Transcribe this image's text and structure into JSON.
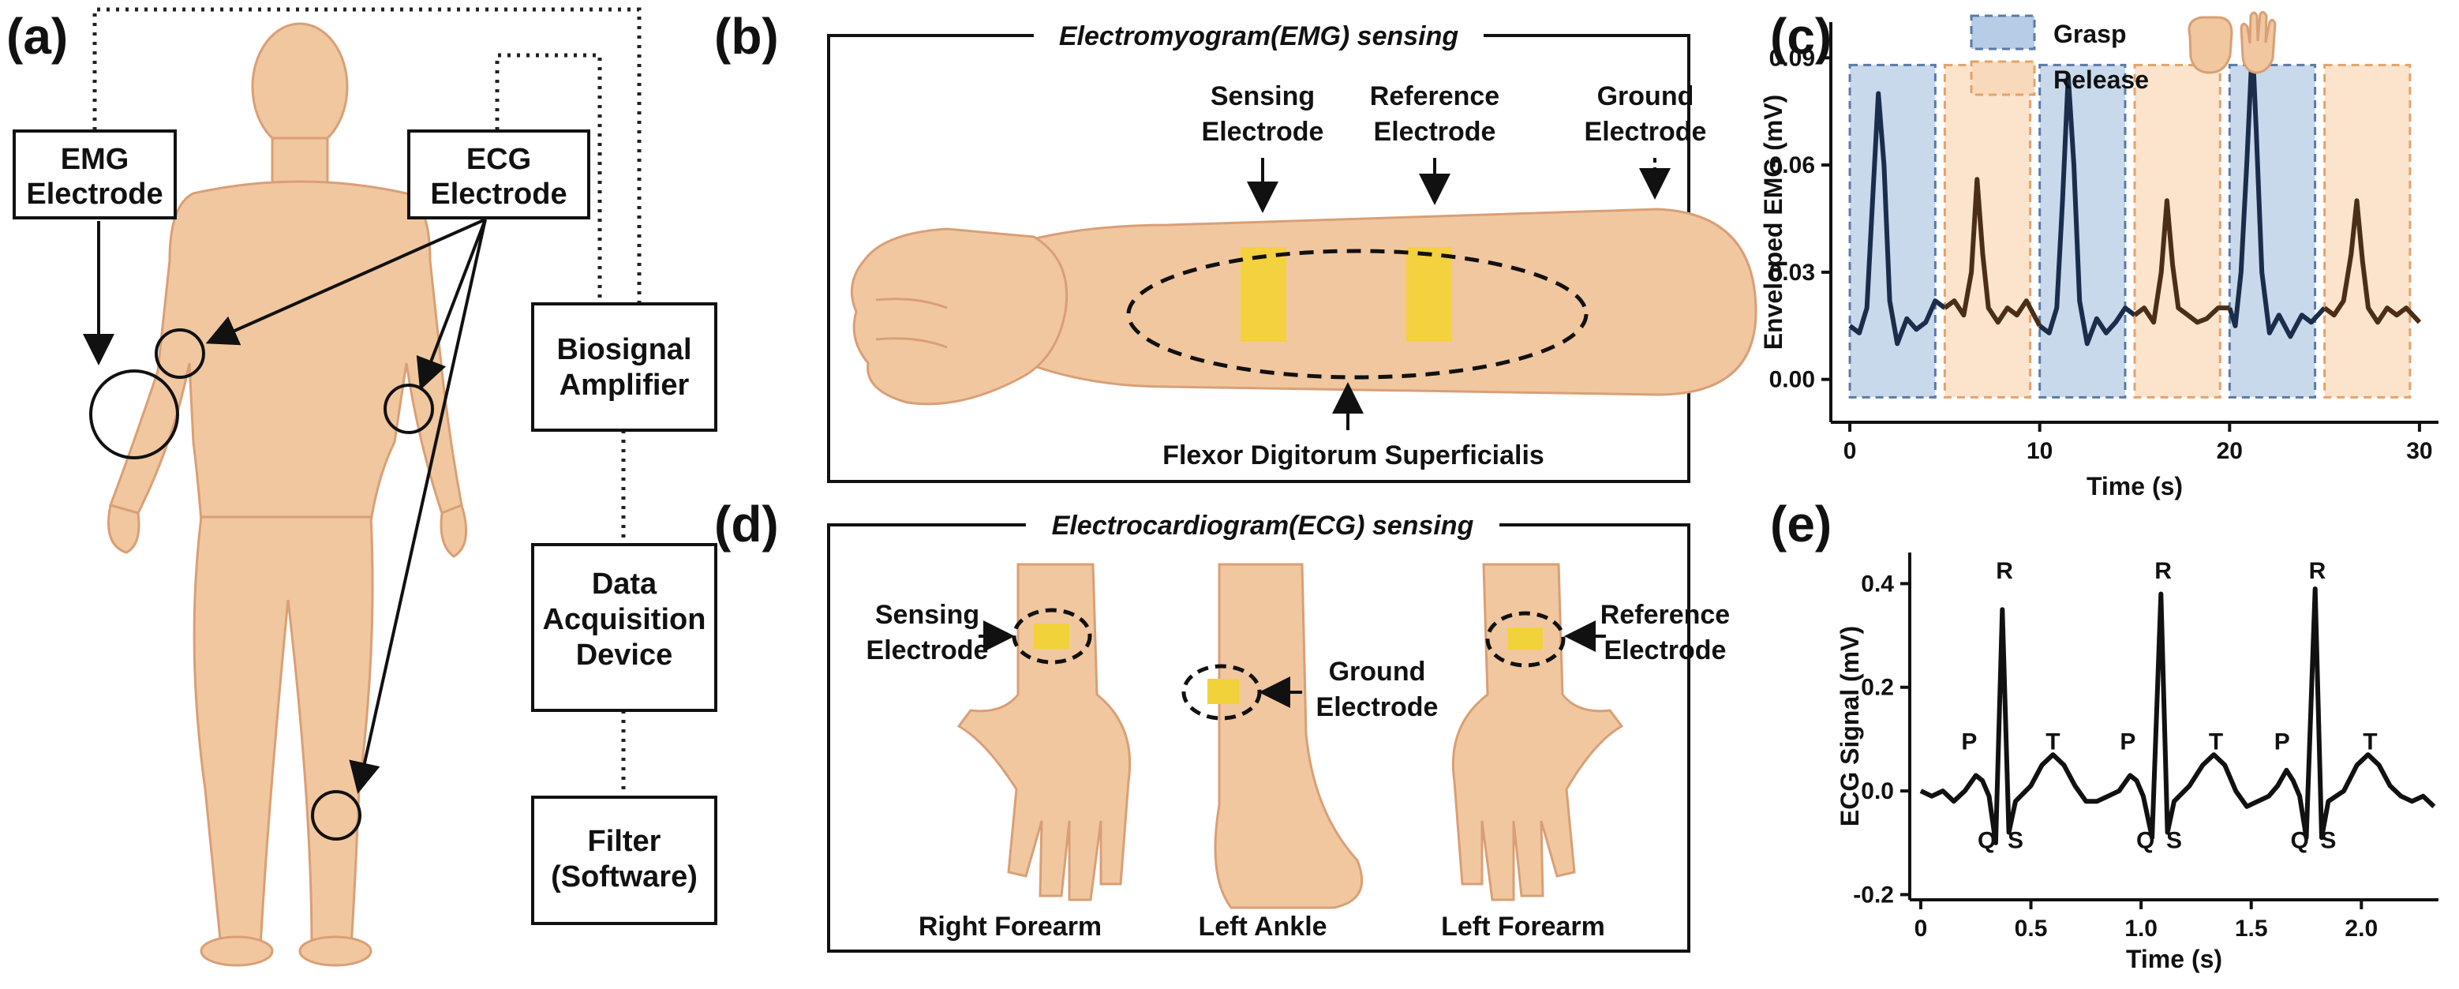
{
  "panels": {
    "a": "(a)",
    "b": "(b)",
    "c": "(c)",
    "d": "(d)",
    "e": "(e)"
  },
  "panel_a": {
    "emg_box": [
      "EMG",
      "Electrode"
    ],
    "ecg_box": [
      "ECG",
      "Electrode"
    ],
    "flow": [
      [
        "Biosignal",
        "Amplifier"
      ],
      [
        "Data",
        "Acquisition",
        "Device"
      ],
      [
        "Filter",
        "(Software)"
      ]
    ]
  },
  "panel_b": {
    "title": "Electromyogram(EMG) sensing",
    "sensing": [
      "Sensing",
      "Electrode"
    ],
    "reference": [
      "Reference",
      "Electrode"
    ],
    "ground": [
      "Ground",
      "Electrode"
    ],
    "muscle": "Flexor Digitorum Superficialis"
  },
  "panel_d": {
    "title": "Electrocardiogram(ECG) sensing",
    "sensing": [
      "Sensing",
      "Electrode"
    ],
    "ground": [
      "Ground",
      "Electrode"
    ],
    "reference": [
      "Reference",
      "Electrode"
    ],
    "captions": [
      "Right Forearm",
      "Left Ankle",
      "Left Forearm"
    ]
  },
  "colors": {
    "grasp": "#b7cce6",
    "grasp_edge": "#5b7aa6",
    "release": "#f9d9bb",
    "release_edge": "#e3a36b",
    "grasp_line": "#1a2d4a",
    "release_line": "#4a2e18",
    "electrode": "#f2d23a"
  },
  "chart_data": [
    {
      "id": "c",
      "type": "line",
      "xlabel": "Time (s)",
      "ylabel": "Enveloped EMG (mV)",
      "xlim": [
        -1,
        31
      ],
      "ylim": [
        -0.012,
        0.1
      ],
      "xticks": [
        0,
        10,
        20,
        30
      ],
      "yticks": [
        0.0,
        0.03,
        0.06,
        0.09
      ],
      "ytick_labels": [
        "0.00",
        "0.03",
        "0.06",
        "0.09"
      ],
      "legend": [
        "Grasp",
        "Release"
      ],
      "legend_position": "top-left",
      "phases": [
        {
          "label": "Grasp",
          "start": 0,
          "end": 4.5
        },
        {
          "label": "Release",
          "start": 5,
          "end": 9.5
        },
        {
          "label": "Grasp",
          "start": 10,
          "end": 14.5
        },
        {
          "label": "Release",
          "start": 15,
          "end": 19.5
        },
        {
          "label": "Grasp",
          "start": 20,
          "end": 24.5
        },
        {
          "label": "Release",
          "start": 25,
          "end": 29.5
        }
      ],
      "series": [
        {
          "name": "Grasp",
          "segments": [
            [
              [
                0,
                0.015
              ],
              [
                0.5,
                0.013
              ],
              [
                0.9,
                0.02
              ],
              [
                1.2,
                0.05
              ],
              [
                1.5,
                0.08
              ],
              [
                1.8,
                0.06
              ],
              [
                2.1,
                0.022
              ],
              [
                2.5,
                0.01
              ],
              [
                3,
                0.017
              ],
              [
                3.5,
                0.014
              ],
              [
                4,
                0.016
              ],
              [
                4.5,
                0.022
              ],
              [
                5,
                0.02
              ]
            ],
            [
              [
                10,
                0.015
              ],
              [
                10.5,
                0.013
              ],
              [
                10.9,
                0.02
              ],
              [
                11.2,
                0.05
              ],
              [
                11.5,
                0.085
              ],
              [
                11.8,
                0.06
              ],
              [
                12.1,
                0.022
              ],
              [
                12.5,
                0.01
              ],
              [
                13,
                0.017
              ],
              [
                13.5,
                0.013
              ],
              [
                14,
                0.016
              ],
              [
                14.5,
                0.02
              ],
              [
                15,
                0.018
              ]
            ],
            [
              [
                20,
                0.02
              ],
              [
                20.3,
                0.015
              ],
              [
                20.6,
                0.03
              ],
              [
                20.9,
                0.06
              ],
              [
                21.2,
                0.094
              ],
              [
                21.4,
                0.07
              ],
              [
                21.7,
                0.03
              ],
              [
                22.1,
                0.013
              ],
              [
                22.6,
                0.018
              ],
              [
                23.2,
                0.012
              ],
              [
                23.8,
                0.018
              ],
              [
                24.3,
                0.016
              ],
              [
                25,
                0.02
              ]
            ]
          ]
        },
        {
          "name": "Release",
          "segments": [
            [
              [
                5,
                0.02
              ],
              [
                5.5,
                0.022
              ],
              [
                6,
                0.018
              ],
              [
                6.4,
                0.03
              ],
              [
                6.7,
                0.056
              ],
              [
                7,
                0.035
              ],
              [
                7.3,
                0.02
              ],
              [
                7.8,
                0.016
              ],
              [
                8.3,
                0.02
              ],
              [
                8.8,
                0.018
              ],
              [
                9.3,
                0.022
              ],
              [
                10,
                0.015
              ]
            ],
            [
              [
                15,
                0.018
              ],
              [
                15.5,
                0.02
              ],
              [
                16,
                0.016
              ],
              [
                16.4,
                0.03
              ],
              [
                16.7,
                0.05
              ],
              [
                17,
                0.032
              ],
              [
                17.3,
                0.02
              ],
              [
                17.8,
                0.018
              ],
              [
                18.3,
                0.016
              ],
              [
                18.8,
                0.017
              ],
              [
                19.4,
                0.02
              ],
              [
                20,
                0.02
              ]
            ],
            [
              [
                25,
                0.02
              ],
              [
                25.5,
                0.018
              ],
              [
                26,
                0.022
              ],
              [
                26.4,
                0.035
              ],
              [
                26.7,
                0.05
              ],
              [
                27,
                0.033
              ],
              [
                27.3,
                0.02
              ],
              [
                27.8,
                0.016
              ],
              [
                28.3,
                0.02
              ],
              [
                28.8,
                0.018
              ],
              [
                29.3,
                0.02
              ],
              [
                30,
                0.016
              ]
            ]
          ]
        }
      ]
    },
    {
      "id": "e",
      "type": "line",
      "xlabel": "Time (s)",
      "ylabel": "ECG Signal (mV)",
      "xlim": [
        -0.05,
        2.35
      ],
      "ylim": [
        -0.21,
        0.46
      ],
      "xticks": [
        0,
        0.5,
        1.0,
        1.5,
        2.0
      ],
      "xtick_labels": [
        "0",
        "0.5",
        "1.0",
        "1.5",
        "2.0"
      ],
      "yticks": [
        -0.2,
        0.0,
        0.2,
        0.4
      ],
      "ytick_labels": [
        "-0.2",
        "0.0",
        "0.2",
        "0.4"
      ],
      "annotations": [
        {
          "text": "P",
          "x": 0.22,
          "y": 0.08
        },
        {
          "text": "R",
          "x": 0.38,
          "y": 0.41
        },
        {
          "text": "T",
          "x": 0.6,
          "y": 0.08
        },
        {
          "text": "Q",
          "x": 0.3,
          "y": -0.11
        },
        {
          "text": "S",
          "x": 0.43,
          "y": -0.11
        },
        {
          "text": "P",
          "x": 0.94,
          "y": 0.08
        },
        {
          "text": "R",
          "x": 1.1,
          "y": 0.41
        },
        {
          "text": "T",
          "x": 1.34,
          "y": 0.08
        },
        {
          "text": "Q",
          "x": 1.02,
          "y": -0.11
        },
        {
          "text": "S",
          "x": 1.15,
          "y": -0.11
        },
        {
          "text": "P",
          "x": 1.64,
          "y": 0.08
        },
        {
          "text": "R",
          "x": 1.8,
          "y": 0.41
        },
        {
          "text": "T",
          "x": 2.04,
          "y": 0.08
        },
        {
          "text": "Q",
          "x": 1.72,
          "y": -0.11
        },
        {
          "text": "S",
          "x": 1.85,
          "y": -0.11
        }
      ],
      "series": [
        {
          "points": [
            [
              0,
              0.0
            ],
            [
              0.05,
              -0.01
            ],
            [
              0.1,
              0.0
            ],
            [
              0.15,
              -0.02
            ],
            [
              0.2,
              0.0
            ],
            [
              0.25,
              0.03
            ],
            [
              0.28,
              0.02
            ],
            [
              0.31,
              -0.01
            ],
            [
              0.34,
              -0.1
            ],
            [
              0.37,
              0.35
            ],
            [
              0.4,
              -0.08
            ],
            [
              0.43,
              -0.02
            ],
            [
              0.5,
              0.01
            ],
            [
              0.55,
              0.05
            ],
            [
              0.6,
              0.07
            ],
            [
              0.65,
              0.05
            ],
            [
              0.7,
              0.01
            ],
            [
              0.75,
              -0.02
            ],
            [
              0.8,
              -0.02
            ],
            [
              0.85,
              -0.01
            ],
            [
              0.9,
              0.0
            ],
            [
              0.95,
              0.03
            ],
            [
              0.98,
              0.02
            ],
            [
              1.01,
              -0.01
            ],
            [
              1.05,
              -0.09
            ],
            [
              1.09,
              0.38
            ],
            [
              1.12,
              -0.08
            ],
            [
              1.15,
              -0.02
            ],
            [
              1.22,
              0.01
            ],
            [
              1.28,
              0.05
            ],
            [
              1.33,
              0.07
            ],
            [
              1.38,
              0.05
            ],
            [
              1.43,
              0.0
            ],
            [
              1.48,
              -0.03
            ],
            [
              1.53,
              -0.02
            ],
            [
              1.58,
              -0.01
            ],
            [
              1.62,
              0.01
            ],
            [
              1.66,
              0.04
            ],
            [
              1.69,
              0.02
            ],
            [
              1.72,
              -0.01
            ],
            [
              1.75,
              -0.09
            ],
            [
              1.79,
              0.39
            ],
            [
              1.82,
              -0.09
            ],
            [
              1.85,
              -0.02
            ],
            [
              1.92,
              0.0
            ],
            [
              1.98,
              0.05
            ],
            [
              2.03,
              0.07
            ],
            [
              2.08,
              0.05
            ],
            [
              2.13,
              0.01
            ],
            [
              2.18,
              -0.01
            ],
            [
              2.23,
              -0.02
            ],
            [
              2.28,
              -0.01
            ],
            [
              2.33,
              -0.03
            ]
          ]
        }
      ]
    }
  ]
}
